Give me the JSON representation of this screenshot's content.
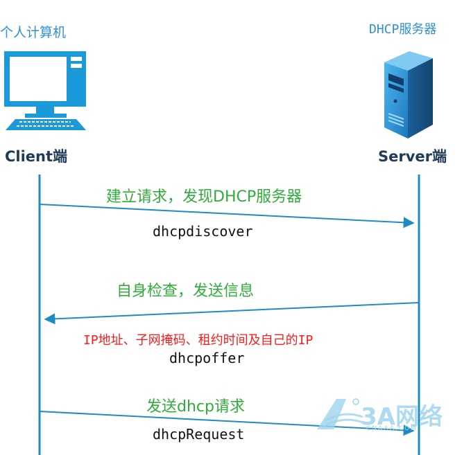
{
  "client": {
    "title": "个人计算机",
    "endpoint": "Client端",
    "icon": "desktop-computer-icon"
  },
  "server": {
    "title": "DHCP服务器",
    "endpoint": "Server端",
    "icon": "tower-server-icon"
  },
  "steps": [
    {
      "description": "建立请求，发现DHCP服务器",
      "message": "dhcpdiscover",
      "direction": "client-to-server"
    },
    {
      "description": "自身检查，发送信息",
      "detail": "IP地址、子网掩码、租约时间及自己的IP",
      "message": "dhcpoffer",
      "direction": "server-to-client"
    },
    {
      "description": "发送dhcp请求",
      "message": "dhcpRequest",
      "direction": "client-to-server"
    }
  ],
  "watermark": {
    "brand": "3A网络",
    "sub": "CNAAA.COM"
  },
  "colors": {
    "lifeline": "#1e8cc0",
    "arrow": "#1e8cc0",
    "description": "#2fad3a",
    "detail": "#ff1a1a",
    "header": "#2e8fd6"
  }
}
